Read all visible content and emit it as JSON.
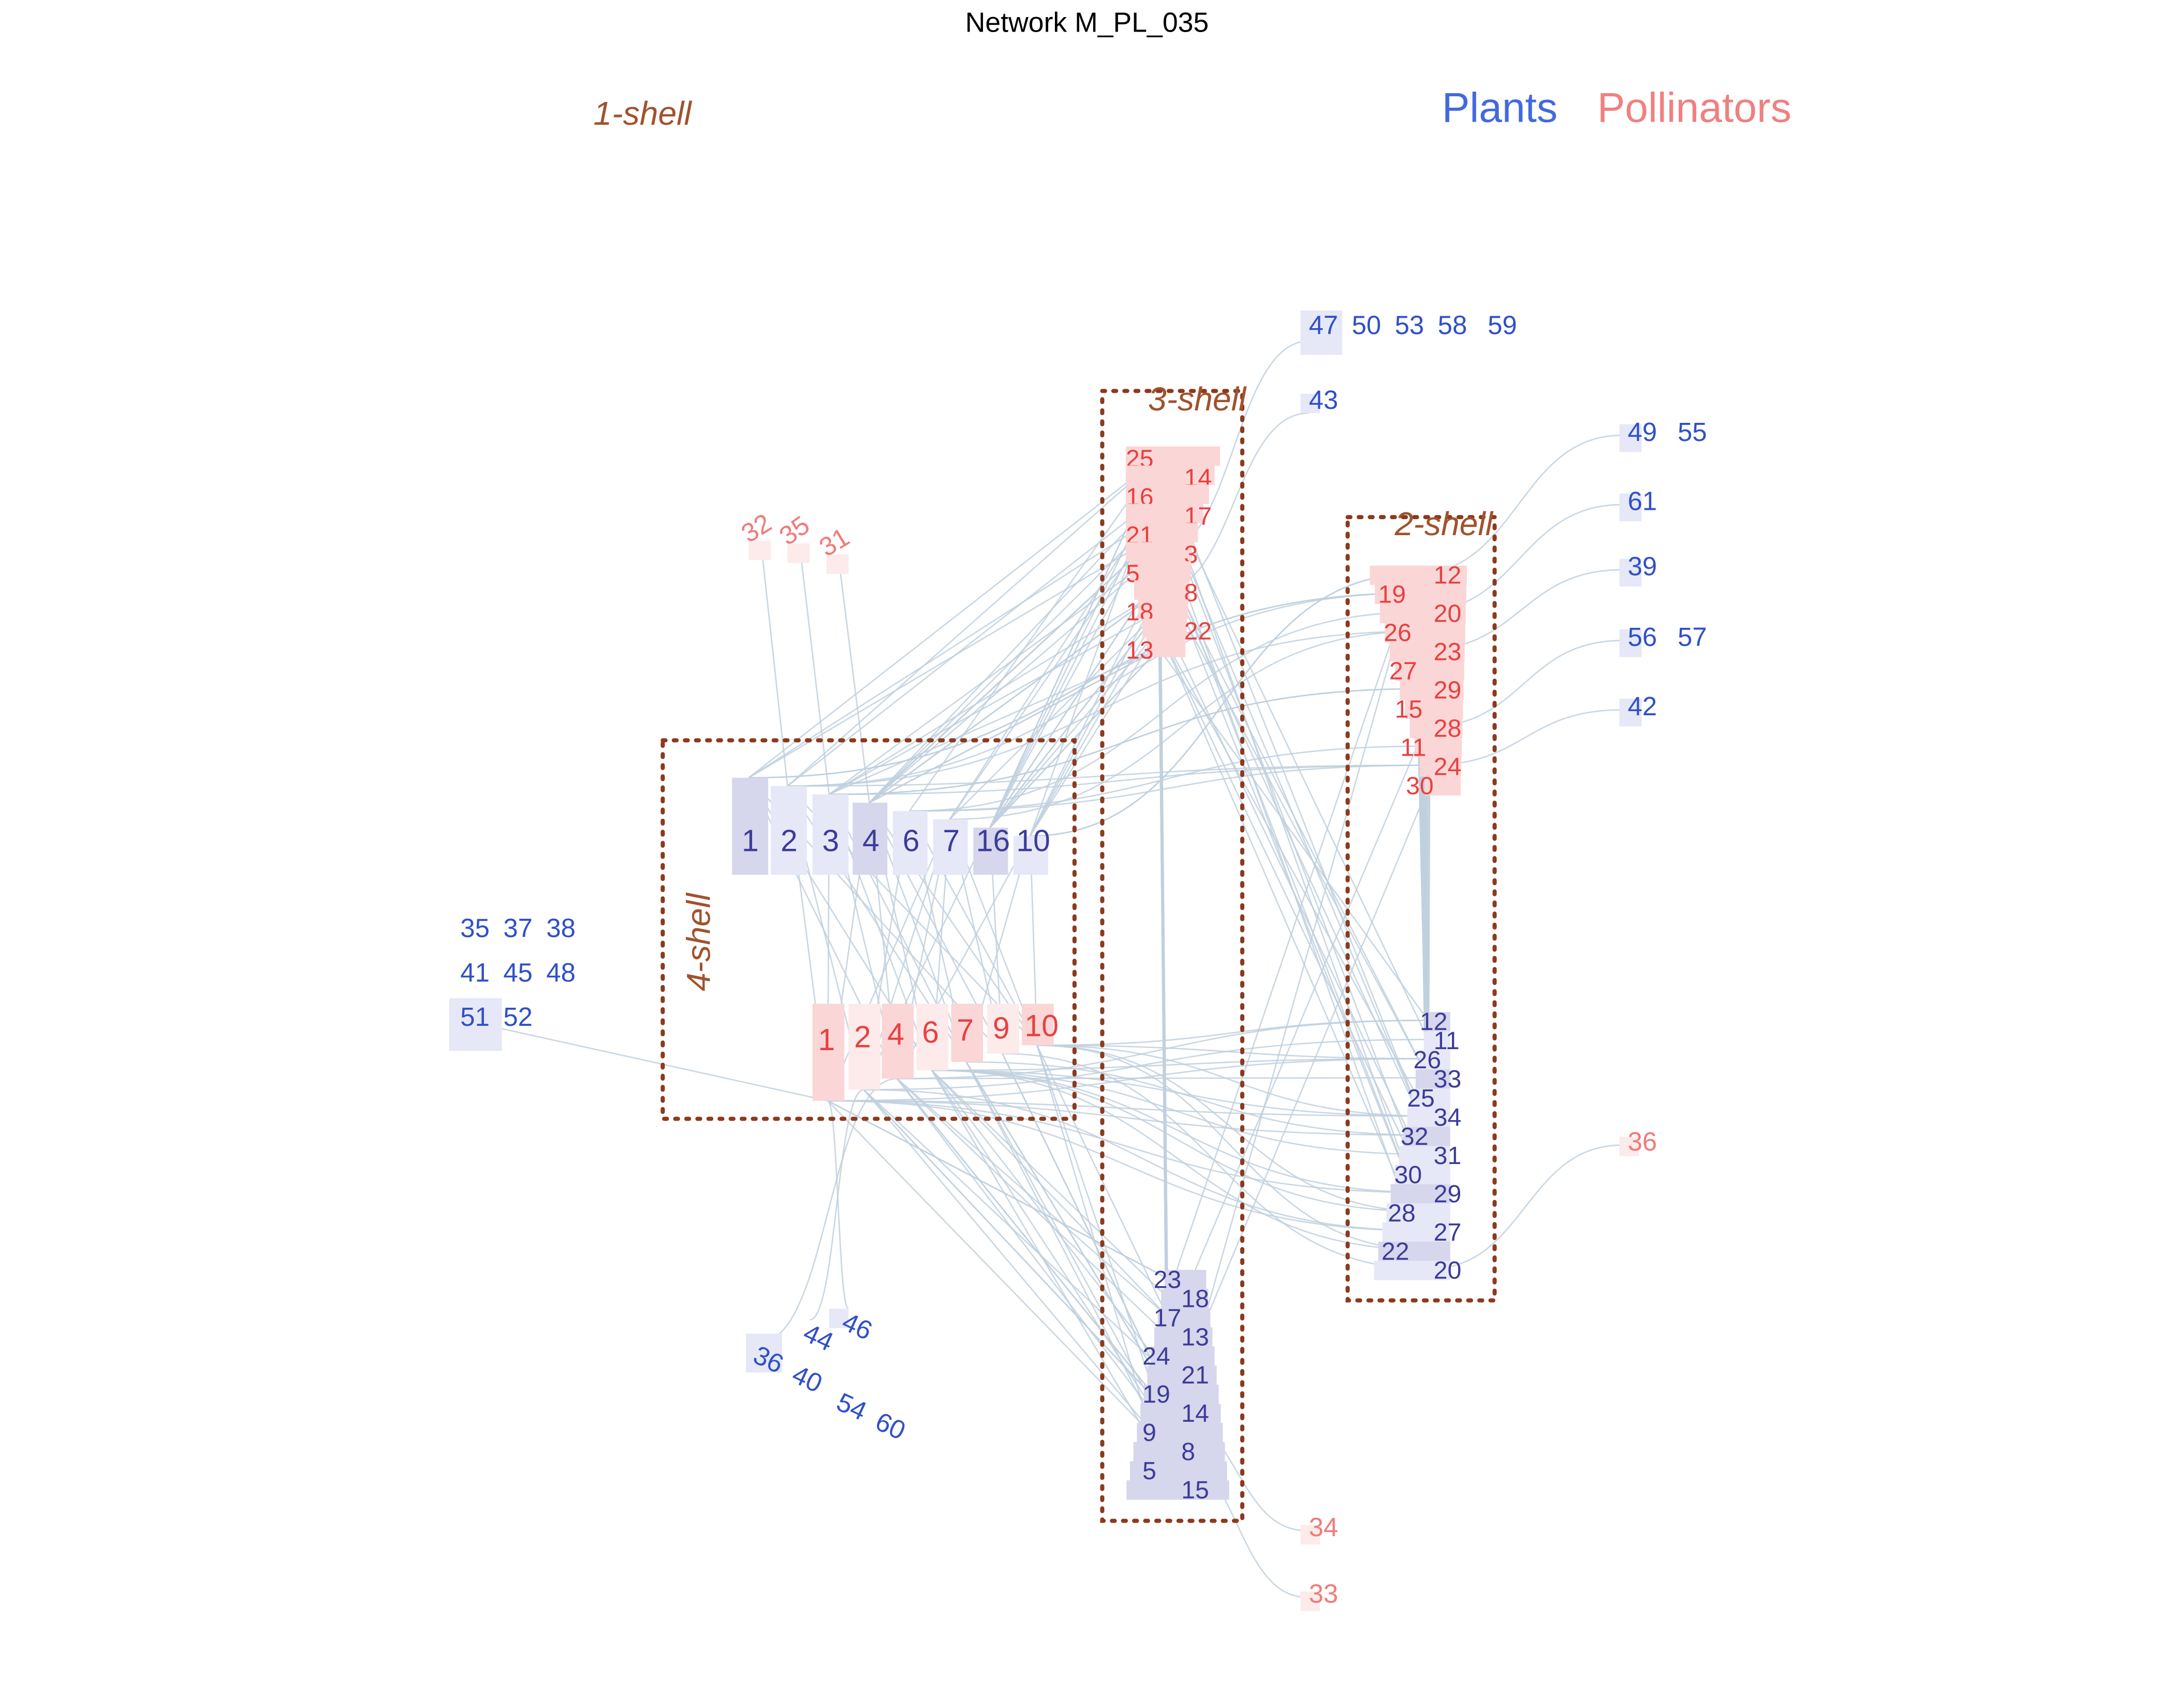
{
  "title": "Network M_PL_035",
  "legend": {
    "plants": "Plants",
    "pollinators": "Pollinators"
  },
  "colors": {
    "plants_text": "#3050c8",
    "plants_core_text": "#3c3c9a",
    "plants_box_light": "#e6e8f8",
    "plants_box_core": "#d6d6ec",
    "pollinators_text": "#e94040",
    "pollinators_light_text": "#f07b7b",
    "pollinators_box": "#fbd6d6",
    "pollinators_box_light": "#fdeaea",
    "shell_label": "#a0522d",
    "shell_border": "#8b3a1e",
    "edge": "#c0d0de",
    "legend_plants": "#4169e1",
    "legend_pollinators": "#f08080"
  },
  "shells": [
    {
      "id": "1-shell",
      "label": "1-shell"
    },
    {
      "id": "2-shell",
      "label": "2-shell"
    },
    {
      "id": "3-shell",
      "label": "3-shell"
    },
    {
      "id": "4-shell",
      "label": "4-shell"
    }
  ],
  "nodes": {
    "shell4_plants": [
      "1",
      "2",
      "3",
      "4",
      "6",
      "7",
      "16",
      "10"
    ],
    "shell4_pollinators": [
      "1",
      "2",
      "4",
      "6",
      "7",
      "9",
      "10"
    ],
    "shell3_pollinators": [
      "25",
      "14",
      "16",
      "17",
      "21",
      "3",
      "5",
      "8",
      "18",
      "22",
      "13"
    ],
    "shell3_plants": [
      "23",
      "18",
      "17",
      "13",
      "24",
      "21",
      "19",
      "14",
      "9",
      "8",
      "5",
      "15"
    ],
    "shell2_pollinators": [
      "12",
      "19",
      "20",
      "26",
      "23",
      "27",
      "29",
      "15",
      "28",
      "11",
      "24",
      "30"
    ],
    "shell2_plants": [
      "12",
      "11",
      "26",
      "33",
      "25",
      "34",
      "32",
      "31",
      "30",
      "29",
      "28",
      "27",
      "22",
      "20"
    ],
    "shell1_pollinators_top": [
      "32",
      "35",
      "31"
    ],
    "shell1_plants_left": [
      [
        "35",
        "37",
        "38"
      ],
      [
        "41",
        "45",
        "48"
      ],
      [
        "51",
        "52"
      ]
    ],
    "shell1_plants_bottom": [
      "46",
      "44",
      "36",
      "40",
      "54",
      "60"
    ],
    "shell1_plants_top": [
      "47",
      "50",
      "53",
      "58",
      "59"
    ],
    "shell1_plants_43": "43",
    "shell1_plants_right": [
      "49",
      "55",
      "61",
      "39",
      "56",
      "57",
      "42"
    ],
    "shell1_pollinators_right": [
      "36"
    ],
    "shell1_pollinators_bottom": [
      "34",
      "33"
    ]
  }
}
